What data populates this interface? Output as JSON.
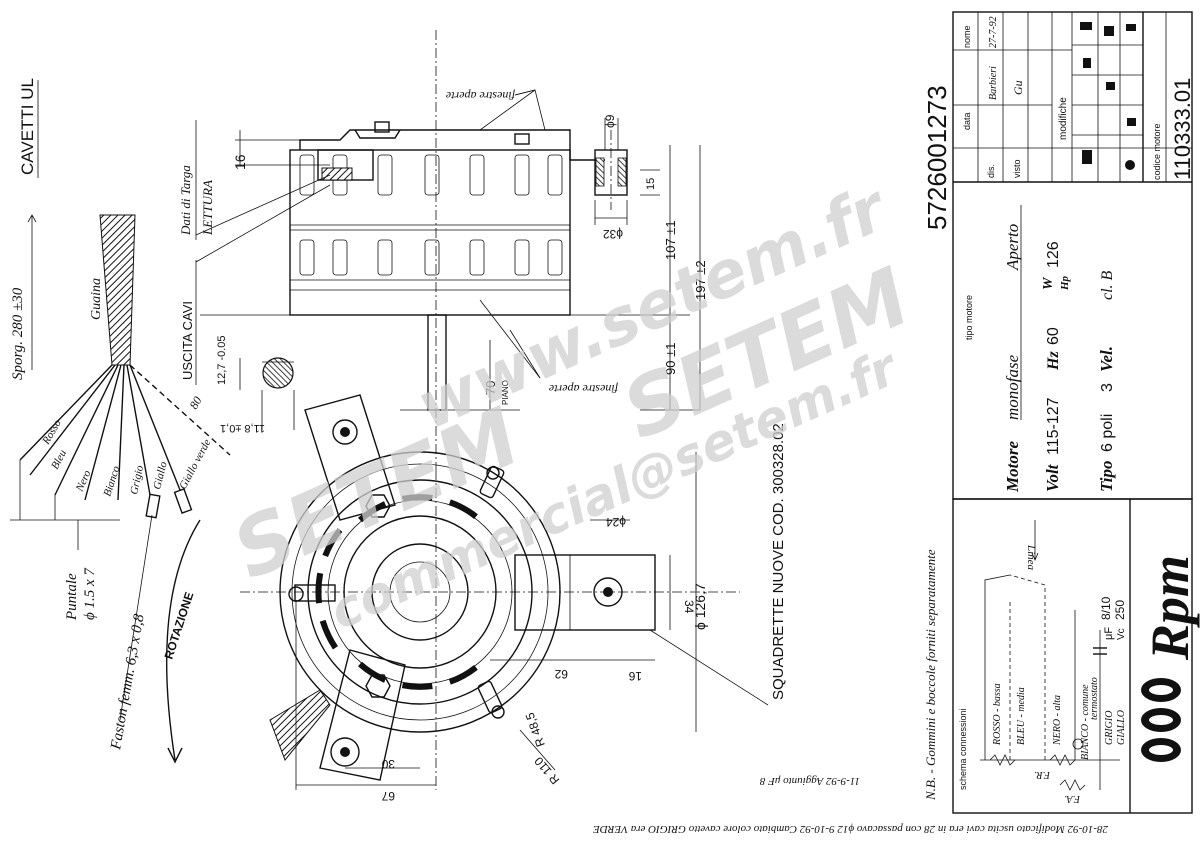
{
  "drawing_number": "5726001273",
  "title_block": {
    "col_name": "nome",
    "col_date": "data",
    "row_dis": "dis.",
    "row_visto": "visto",
    "dis_name": "Barbieri",
    "dis_date": "27-7-92",
    "visto_name": "Gu",
    "modifiche": "modifiche",
    "codice_label": "codice motore",
    "codice_value": "110333.01"
  },
  "motor_info": {
    "tipo_label": "tipo motore",
    "motore_label": "Motore",
    "motore_value": "monofase",
    "motore_type": "Aperto",
    "volt_label": "Volt",
    "volt_value": "115-127",
    "hz_label": "Hz",
    "hz_value": "60",
    "w_label": "W",
    "hp_label": "Hp",
    "w_value": "126",
    "tipo2_label": "Tipo",
    "poli_value": "6 poli",
    "vel_value": "3",
    "vel_label": "Vel.",
    "class_value": "cl. B"
  },
  "schema": {
    "title": "schema connessioni",
    "linea": "Linea",
    "w1": "ROSSO - bassa",
    "w2": "BLEU - media",
    "w3": "NERO - alta",
    "w4": "BIANCO - comune",
    "termostato": "termostato",
    "w5": "GRIGIO",
    "w6": "GIALLO",
    "cap_uf_label": "μF",
    "cap_uf_value": "8/10",
    "cap_vc_label": "Vc",
    "cap_vc_value": "250",
    "fr": "F.R.",
    "fa": "F.A."
  },
  "brand": "Rpm",
  "notes": {
    "nb": "N.B. - Gommini e boccole forniti separatamente",
    "added": "11-9-92 Aggiunto μF 8",
    "footer": "28-10-92 Modificato uscita cavi era in 28 con passacavo ϕ12    9-10-92 Cambiato colore cavetto GRIGIO era VERDE"
  },
  "cable": {
    "title": "CAVETTI UL",
    "sporg": "Sporg. 280 ±30",
    "guaina": "Guaina",
    "rosso": "Rosso",
    "bleu": "Bleu",
    "nero": "Nero",
    "bianco": "Bianco",
    "grigio": "Grigio",
    "giallo": "Giallo",
    "gialloverde": "Giallo verde",
    "dim80": "80",
    "puntale": "Puntale",
    "puntale_dim": "ϕ 1.5 x 7",
    "faston": "Faston femm. 6,3 x 0,8",
    "rotazione": "ROTAZIONE"
  },
  "side_view": {
    "dati_targa": "Dati di Targa",
    "lettura": "LETTURA",
    "uscita": "USCITA CAVI",
    "finestre_top": "finestre aperte",
    "finestre_bot": "finestre aperte",
    "dim_16": "16",
    "dim_phi9": "ϕ9",
    "dim_15": "15",
    "dim_phi32": "ϕ32",
    "dim_107": "107 ±1",
    "dim_197": "197 ±2",
    "dim_90": "90 ±1",
    "dim_70": "70",
    "piano": "PIANO",
    "shaft_127": "12,7 -0.05",
    "shaft_118": "11,8 ±0,1"
  },
  "front_view": {
    "squadrette": "SQUADRETTE NUOVE COD. 300328.02",
    "phi24": "ϕ24",
    "d34": "34",
    "phi1267": "ϕ 126,7",
    "d62": "62",
    "d16": "16",
    "r485": "R 48,5",
    "r110": "R 110",
    "d30": "30",
    "d67": "67"
  },
  "watermarks": {
    "w1": "www.setem.fr",
    "w2": "SETEM",
    "w3": "SETEM",
    "w4": "commercial@setem.fr"
  }
}
